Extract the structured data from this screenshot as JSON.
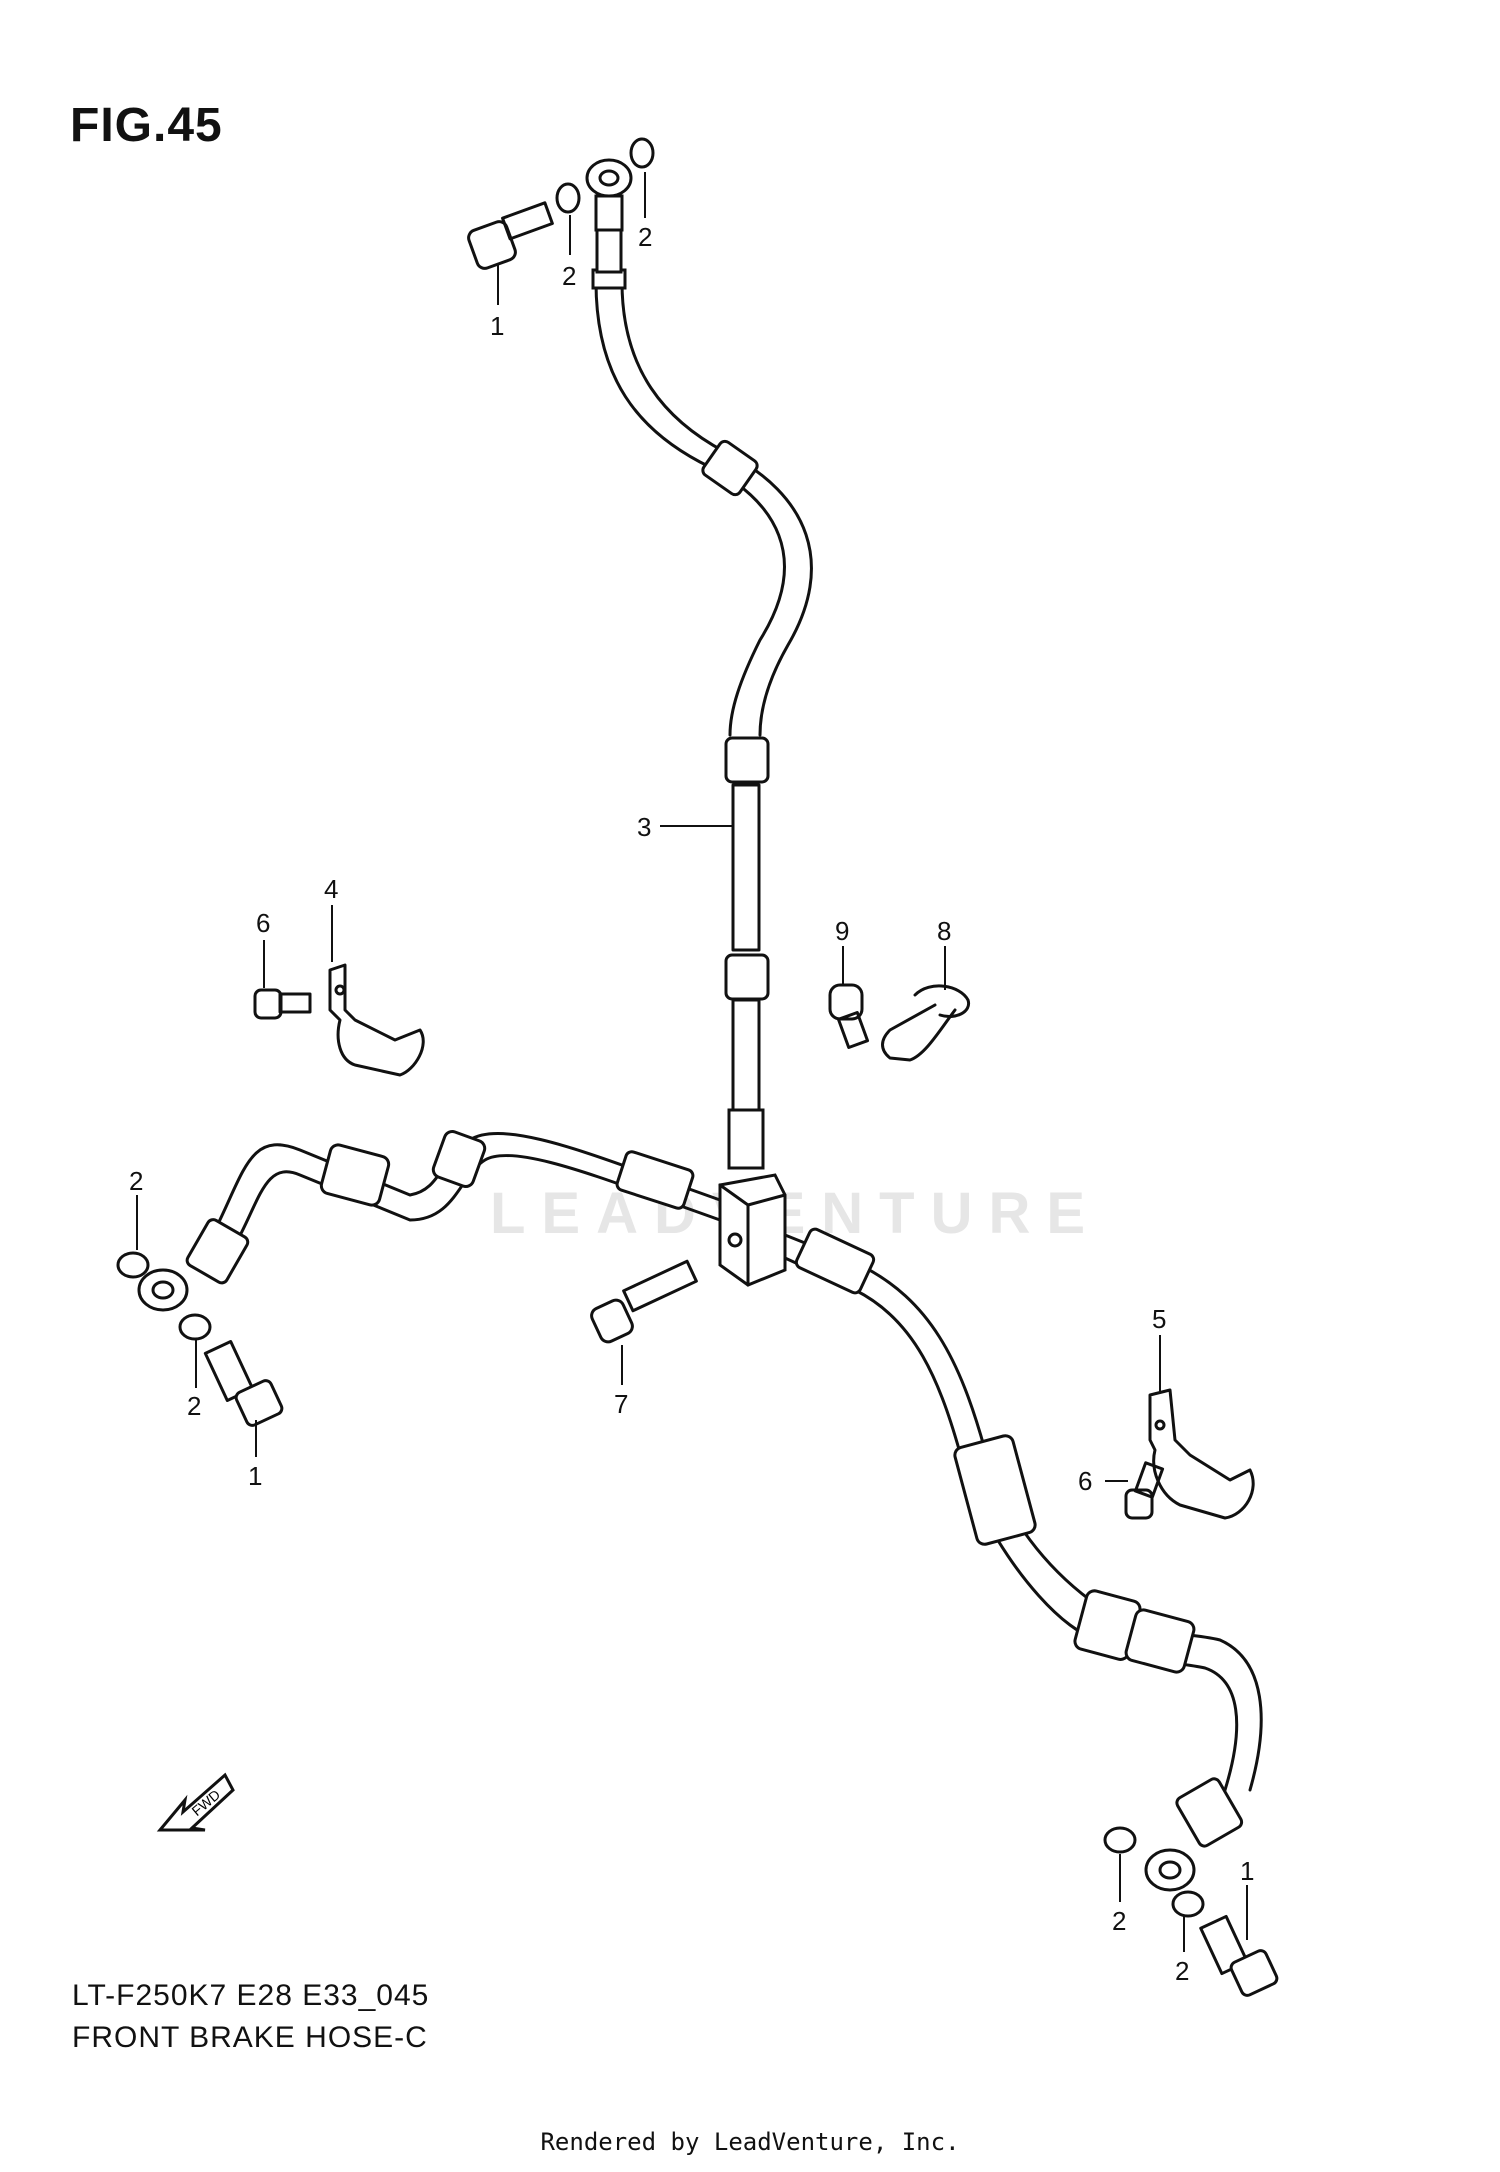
{
  "figure": {
    "title": "FIG.45",
    "model_code": "LT-F250K7 E28 E33_045",
    "caption": "FRONT BRAKE  HOSE-C",
    "rendered_by": "Rendered by LeadVenture, Inc.",
    "watermark": "LEADVENTURE",
    "direction_marker": "FWD"
  },
  "callouts": {
    "top_bolt": "1",
    "top_washer_left": "2",
    "top_washer_right": "2",
    "main_hose": "3",
    "clamp_left": "4",
    "clamp_right": "5",
    "bolt_clamp_left": "6",
    "bolt_clamp_right": "6",
    "joint_bolt": "7",
    "clip": "8",
    "clip_bolt": "9",
    "left_washer_upper": "2",
    "left_washer_lower": "2",
    "left_bolt": "1",
    "right_washer_upper": "2",
    "right_washer_lower": "2",
    "right_bolt": "1"
  }
}
